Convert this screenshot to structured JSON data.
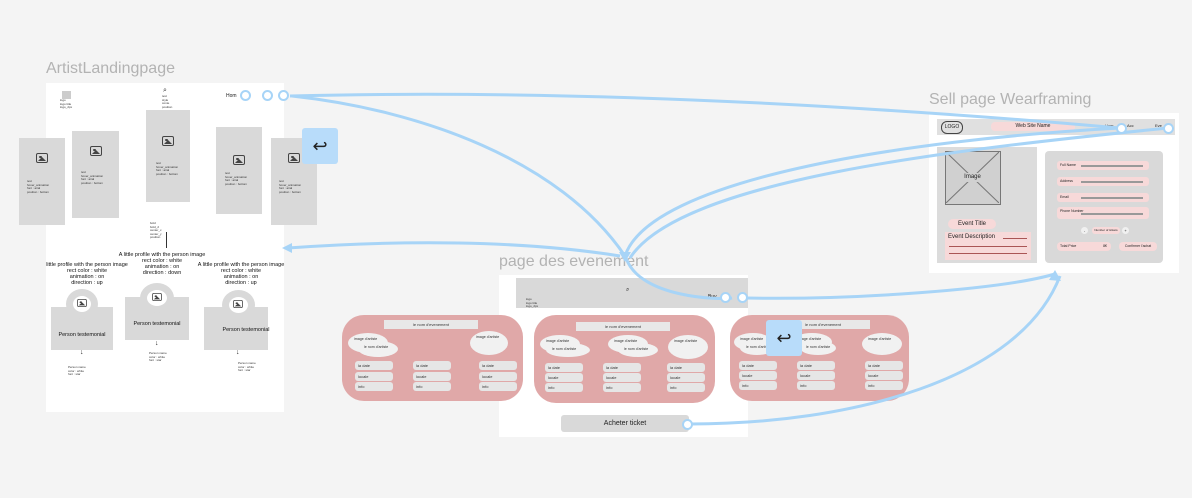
{
  "frames": {
    "artist": {
      "title": "ArtistLandingpage",
      "header_text": "Hom",
      "header_block": "logo\nlogo title\nlogo_2px",
      "search_meta": "text\nstyle\nconte\nposition",
      "profile_captions": [
        "little profile with the person image\nrect color : white\nanimation : on\ndirection : up",
        "A little profile with the person image\nrect color : white\nanimation : on\ndirection : down",
        "A little profile with the person image\nrect color : white\nanimation : on\ndirection : up"
      ],
      "testimonial_label": "Person testemonial",
      "testimonial_details": [
        "Person name\ncolor : white\nfont : star",
        "Person name\ncolor : white\nfont : star",
        "Person name\ncolor : white\nfont : star"
      ],
      "arrow_glyph": "↓",
      "card_meta": "text\nhover_animation\nfont : arial\nposition : bottom",
      "center_meta": "bold\nbold_2\ncenter_x\ncenter_y\nposition"
    },
    "sell": {
      "title": "Sell page Wearframing",
      "logo": "LOGO",
      "site_name": "Web Site Name",
      "nav_items": [
        "Hom",
        "Acc",
        "Eve"
      ],
      "image_label": "Image",
      "event_title": "Event Title",
      "event_description": "Event Description",
      "form_fields": [
        "Full Name",
        "Address",
        "Email",
        "Phone Number"
      ],
      "quantity_label": "Number of tickets",
      "total_label": "Total Price",
      "total_value": "8€",
      "confirm_label": "Confirmer l'achat"
    },
    "events": {
      "title": "page des evenement",
      "buy_label": "Buy",
      "header_meta": "logo\nlogo title\nlogo_2px",
      "card_title": "le nom d'evenement",
      "bubble_image": "image d'artiste",
      "bubble_name": "le nom d'artiste",
      "rows": [
        "la date",
        "locale",
        "info"
      ],
      "cta": "Acheter ticket"
    }
  },
  "icons": {
    "back": "↩",
    "search": "⌕",
    "image": "image-icon"
  },
  "colors": {
    "canvas": "#f4f4f4",
    "card": "#d9d9d9",
    "event_card": "#e0a8a8",
    "connector": "#a7d4f7",
    "back_button": "#b8dcfa",
    "frame_title": "#b3b3b3"
  }
}
